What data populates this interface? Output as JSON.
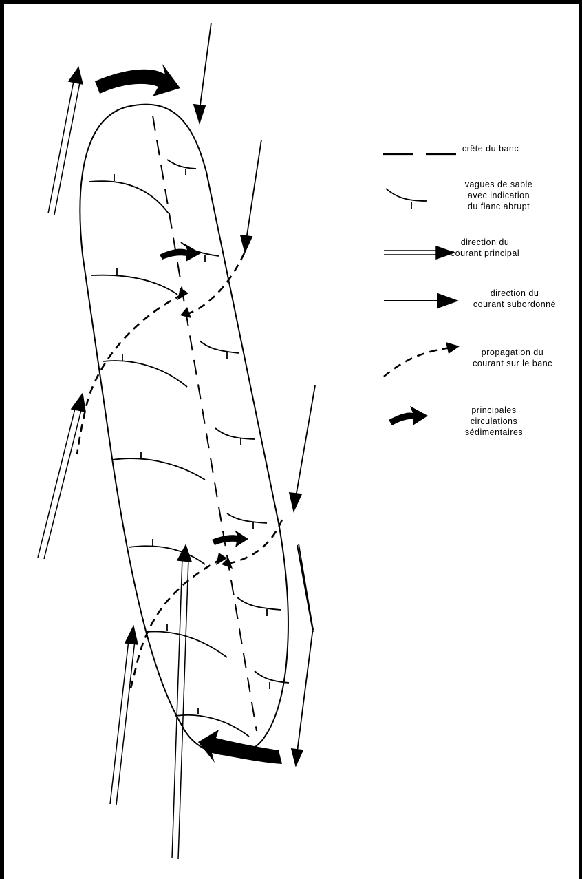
{
  "legend": {
    "items": [
      {
        "key": "crest",
        "lines": [
          "crête du banc"
        ]
      },
      {
        "key": "sand_waves",
        "lines": [
          "vagues de sable",
          "avec indication",
          "du flanc abrupt"
        ]
      },
      {
        "key": "main_current",
        "lines": [
          "direction du",
          "courant principal"
        ]
      },
      {
        "key": "sub_current",
        "lines": [
          "direction du",
          "courant subordonné"
        ]
      },
      {
        "key": "propagation",
        "lines": [
          "propagation du",
          "courant sur le banc"
        ]
      },
      {
        "key": "sediment",
        "lines": [
          "principales",
          "circulations",
          "sédimentaires"
        ]
      }
    ]
  },
  "colors": {
    "ink": "#000000",
    "background": "#ffffff"
  }
}
